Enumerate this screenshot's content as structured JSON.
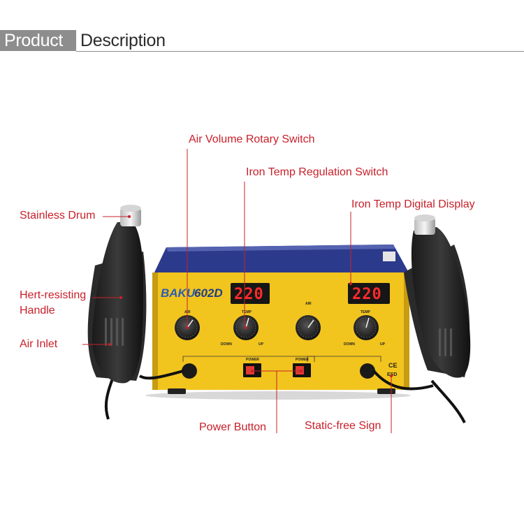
{
  "header": {
    "tab_label": "Product",
    "title": "Description"
  },
  "product": {
    "brand": "BAKU",
    "model": "602D",
    "display_left": "220",
    "display_right": "220",
    "knob_label_air": "AIR",
    "knob_label_temp": "TEMP",
    "knob_label_down": "DOWN",
    "knob_label_up": "UP",
    "switch_label": "POWER",
    "ce_mark": "CE",
    "esd_mark": "ESD",
    "body_color": "#f2c41e",
    "top_color": "#2c3a8c",
    "display_color": "#ff2a2a"
  },
  "callouts": {
    "air_volume": "Air Volume Rotary Switch",
    "iron_temp_regulation": "Iron Temp Regulation Switch",
    "iron_temp_display": "Iron Temp Digital Display",
    "stainless_drum": "Stainless Drum",
    "heat_resisting_line1": "Hert-resisting",
    "heat_resisting_line2": "Handle",
    "air_inlet": "Air Inlet",
    "power_button": "Power Button",
    "static_free": "Static-free Sign"
  },
  "accent_color": "#c8202a"
}
